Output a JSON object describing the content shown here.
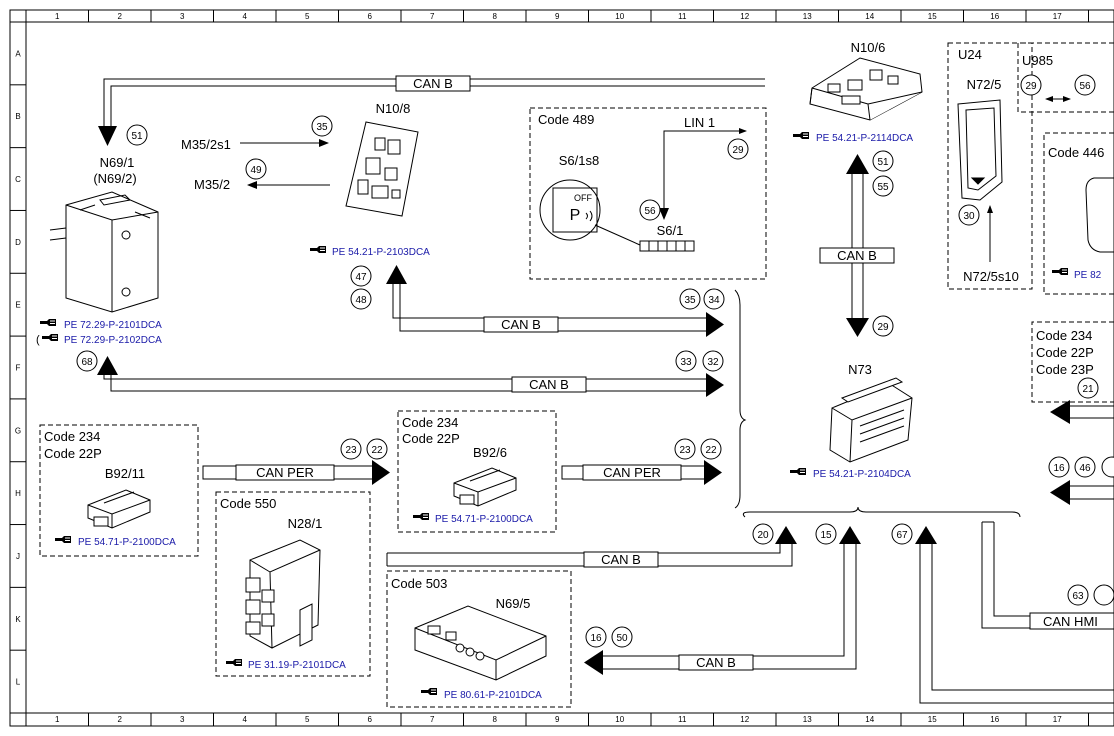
{
  "grid": {
    "columns": [
      "1",
      "2",
      "3",
      "4",
      "5",
      "6",
      "7",
      "8",
      "9",
      "10",
      "11",
      "12",
      "13",
      "14",
      "15",
      "16",
      "17"
    ],
    "rows": [
      "A",
      "B",
      "C",
      "D",
      "E",
      "F",
      "G",
      "H",
      "J",
      "K",
      "L"
    ]
  },
  "buses": {
    "can_b": "CAN B",
    "can_per": "CAN PER",
    "can_hmi": "CAN HMI",
    "lin_1": "LIN 1"
  },
  "components": {
    "n69_1": {
      "label": "N69/1",
      "alt_label": "(N69/2)",
      "ref1": "PE 72.29-P-2101DCA",
      "ref2": "PE 72.29-P-2102DCA",
      "ref2_paren": "("
    },
    "n10_8": {
      "label": "N10/8",
      "ref": "PE 54.21-P-2103DCA"
    },
    "m35_2s1": {
      "label": "M35/2s1"
    },
    "m35_2": {
      "label": "M35/2"
    },
    "code489": {
      "code": "Code 489",
      "switch": "S6/1s8",
      "connector": "S6/1",
      "icon_off": "OFF"
    },
    "n10_6": {
      "label": "N10/6",
      "ref": "PE 54.21-P-2114DCA"
    },
    "n73": {
      "label": "N73",
      "ref": "PE 54.21-P-2104DCA"
    },
    "u24": {
      "label": "U24",
      "module": "N72/5",
      "switch": "N72/5s10"
    },
    "u985": {
      "label": "U985"
    },
    "code446": {
      "code": "Code 446",
      "ref": "PE 82"
    },
    "code234_right": {
      "lines": [
        "Code 234",
        "Code 22P",
        "Code 23P"
      ]
    },
    "b92_11": {
      "codes": [
        "Code 234",
        "Code 22P"
      ],
      "label": "B92/11",
      "ref": "PE 54.71-P-2100DCA"
    },
    "b92_6": {
      "codes": [
        "Code 234",
        "Code 22P"
      ],
      "label": "B92/6",
      "ref": "PE 54.71-P-2100DCA"
    },
    "n28_1": {
      "code": "Code 550",
      "label": "N28/1",
      "ref": "PE 31.19-P-2101DCA"
    },
    "n69_5": {
      "code": "Code 503",
      "label": "N69/5",
      "ref": "PE 80.61-P-2101DCA"
    }
  },
  "markers": {
    "m51a": "51",
    "m35": "35",
    "m49": "49",
    "m29a": "29",
    "m56a": "56",
    "m51b": "51",
    "m55": "55",
    "m29b": "29",
    "m29c": "29",
    "m56b": "56",
    "m30": "30",
    "m47": "47",
    "m48": "48",
    "m35b": "35",
    "m34": "34",
    "m68": "68",
    "m33": "33",
    "m32": "32",
    "m21": "21",
    "m23a": "23",
    "m22a": "22",
    "m23b": "23",
    "m22b": "22",
    "m16a": "16",
    "m46": "46",
    "m20": "20",
    "m15": "15",
    "m67": "67",
    "m63": "63",
    "m16b": "16",
    "m50": "50"
  }
}
